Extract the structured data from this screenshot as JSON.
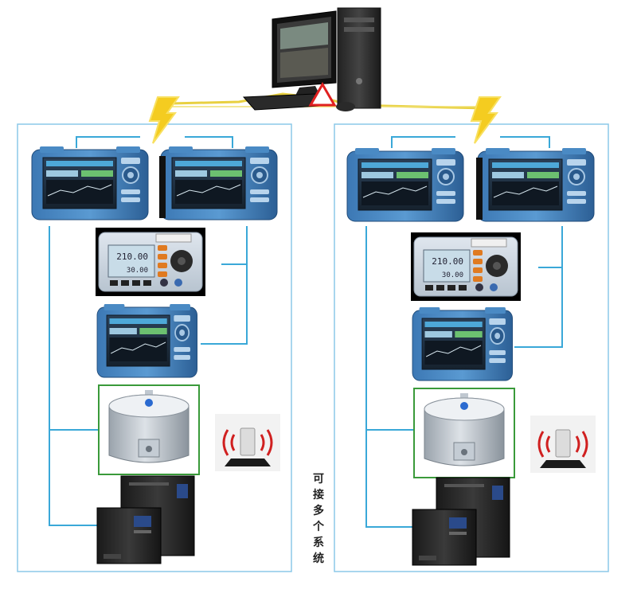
{
  "side_label": [
    "可",
    "接",
    "多",
    "个",
    "系",
    "统"
  ],
  "colors": {
    "frame": "#8cc8e8",
    "wire": "#3aa8d8",
    "bus": "#e8d040",
    "warning": "#e02020",
    "highlight_box": "#3a9a3a"
  },
  "nodes": {
    "computer": {
      "icon": "desktop-computer-icon"
    },
    "link": {
      "icon": "lightning-bolt-icon"
    },
    "alarm": {
      "icon": "warning-triangle-icon"
    },
    "otdr": {
      "icon": "handheld-otdr-icon"
    },
    "meter": {
      "icon": "optical-power-meter-icon"
    },
    "sensor": {
      "icon": "cylindrical-sensor-icon"
    },
    "wireless": {
      "icon": "wireless-router-icon"
    },
    "ups": {
      "icon": "ups-tower-icon"
    }
  }
}
